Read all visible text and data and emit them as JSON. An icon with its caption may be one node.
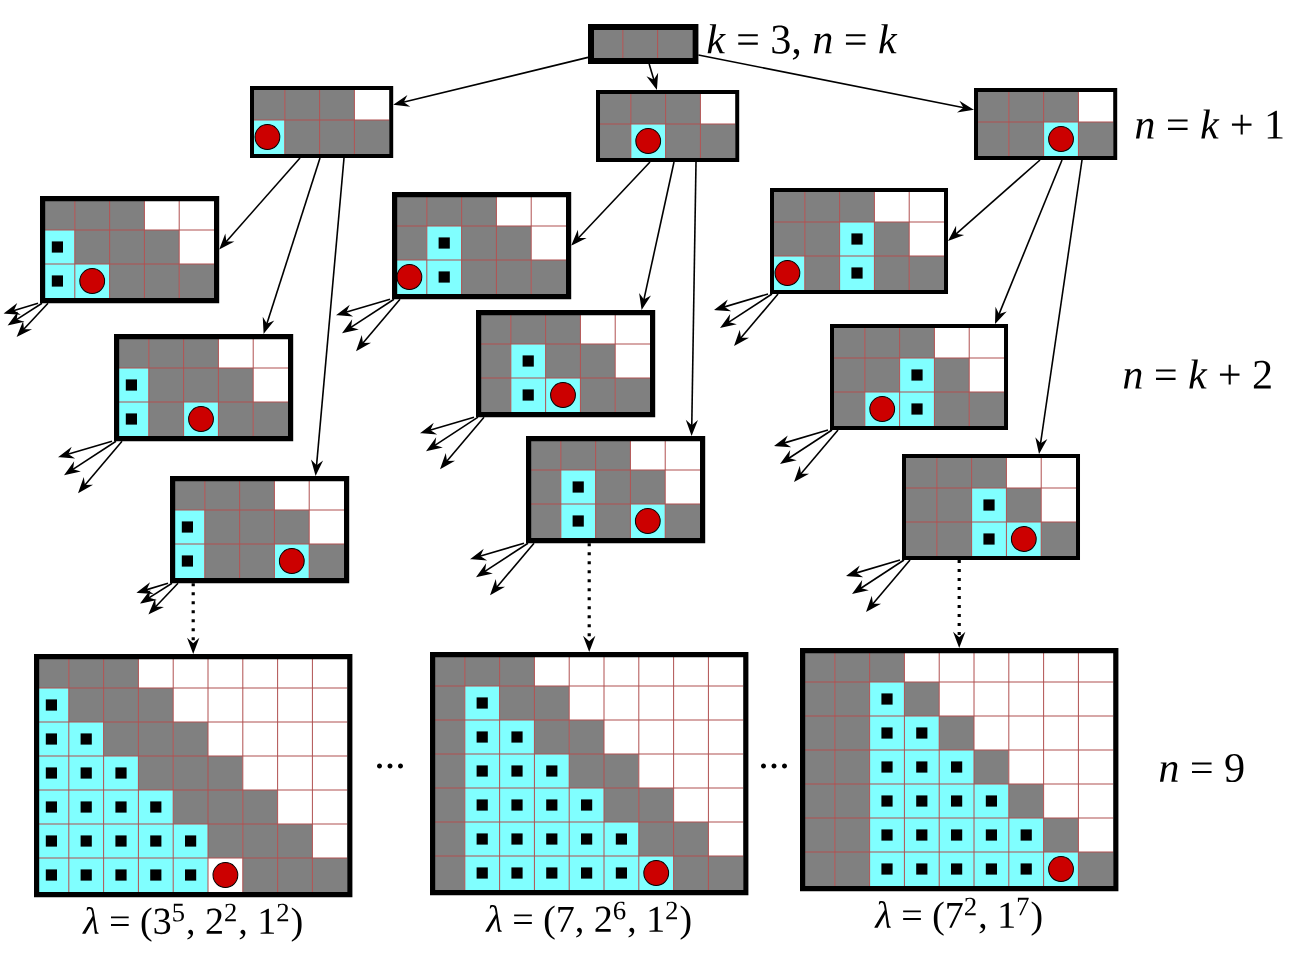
{
  "diagram": {
    "nodes": [
      {
        "text": [],
        "shape": "picture"
      },
      {
        "text": [],
        "shape": "picture"
      },
      {
        "text": [],
        "shape": "picture"
      },
      {
        "text": [],
        "shape": "picture"
      },
      {
        "text": [],
        "shape": "picture"
      },
      {
        "text": [],
        "shape": "picture"
      },
      {
        "text": [],
        "shape": "picture"
      },
      {
        "text": [],
        "shape": "picture"
      },
      {
        "text": [],
        "shape": "picture"
      },
      {
        "text": [],
        "shape": "picture"
      },
      {
        "text": [],
        "shape": "picture"
      },
      {
        "text": [],
        "shape": "picture"
      },
      {
        "text": [],
        "shape": "picture"
      },
      {
        "text": [],
        "shape": "picture",
        "beside": [
          "*λ* = (3$^{5}$, 2$^{2}$, 1$^{2}$)"
        ]
      },
      {
        "text": [],
        "shape": "picture",
        "beside": [
          "*λ* = (7, 2$^{6}$, 1$^{2}$)"
        ]
      },
      {
        "text": [],
        "shape": "picture",
        "beside": [
          "*λ* = (7$^{2}$, 1$^{7}$)"
        ]
      }
    ],
    "edges": [
      {
        "from": 0,
        "to": 1,
        "arrow": "to"
      },
      {
        "from": 0,
        "to": 2,
        "arrow": "to"
      },
      {
        "from": 0,
        "to": 3,
        "arrow": "to"
      },
      {
        "from": 1,
        "to": 4,
        "arrow": "to"
      },
      {
        "from": 1,
        "to": 5,
        "arrow": "to"
      },
      {
        "from": 1,
        "to": 6,
        "arrow": "to"
      },
      {
        "from": 2,
        "to": 7,
        "arrow": "to"
      },
      {
        "from": 2,
        "to": 8,
        "arrow": "to"
      },
      {
        "from": 2,
        "to": 9,
        "arrow": "to"
      },
      {
        "from": 3,
        "to": 10,
        "arrow": "to"
      },
      {
        "from": 3,
        "to": 11,
        "arrow": "to"
      },
      {
        "from": 3,
        "to": 12,
        "arrow": "to"
      },
      {
        "from": 4,
        "to": null,
        "arrow": "to"
      },
      {
        "from": 4,
        "to": null,
        "arrow": "to"
      },
      {
        "from": 4,
        "to": null,
        "arrow": "to"
      },
      {
        "from": 5,
        "to": null,
        "arrow": "to"
      },
      {
        "from": 5,
        "to": null,
        "arrow": "to"
      },
      {
        "from": 5,
        "to": null,
        "arrow": "to"
      },
      {
        "from": 6,
        "to": null,
        "arrow": "to"
      },
      {
        "from": 6,
        "to": null,
        "arrow": "to"
      },
      {
        "from": 6,
        "to": null,
        "arrow": "to"
      },
      {
        "from": 7,
        "to": null,
        "arrow": "to"
      },
      {
        "from": 7,
        "to": null,
        "arrow": "to"
      },
      {
        "from": 7,
        "to": null,
        "arrow": "to"
      },
      {
        "from": 8,
        "to": null,
        "arrow": "to"
      },
      {
        "from": 8,
        "to": null,
        "arrow": "to"
      },
      {
        "from": 8,
        "to": null,
        "arrow": "to"
      },
      {
        "from": 9,
        "to": null,
        "arrow": "to"
      },
      {
        "from": 9,
        "to": null,
        "arrow": "to"
      },
      {
        "from": 9,
        "to": null,
        "arrow": "to"
      },
      {
        "from": 10,
        "to": null,
        "arrow": "to"
      },
      {
        "from": 10,
        "to": null,
        "arrow": "to"
      },
      {
        "from": 10,
        "to": null,
        "arrow": "to"
      },
      {
        "from": 11,
        "to": null,
        "arrow": "to"
      },
      {
        "from": 11,
        "to": null,
        "arrow": "to"
      },
      {
        "from": 11,
        "to": null,
        "arrow": "to"
      },
      {
        "from": 12,
        "to": null,
        "arrow": "to"
      },
      {
        "from": 12,
        "to": null,
        "arrow": "to"
      },
      {
        "from": 12,
        "to": null,
        "arrow": "to"
      },
      {
        "from": 6,
        "to": 13,
        "arrow": "to",
        "style": "dashed"
      },
      {
        "from": 9,
        "to": 14,
        "arrow": "to",
        "style": "dashed"
      },
      {
        "from": 12,
        "to": 15,
        "arrow": "to",
        "style": "dashed"
      }
    ],
    "labels": [
      "*k* = 3, *n* = *k*",
      "*n* = *k* + 1",
      "*n* = *k* + 2",
      "...",
      "...",
      "*n* = 9"
    ]
  }
}
